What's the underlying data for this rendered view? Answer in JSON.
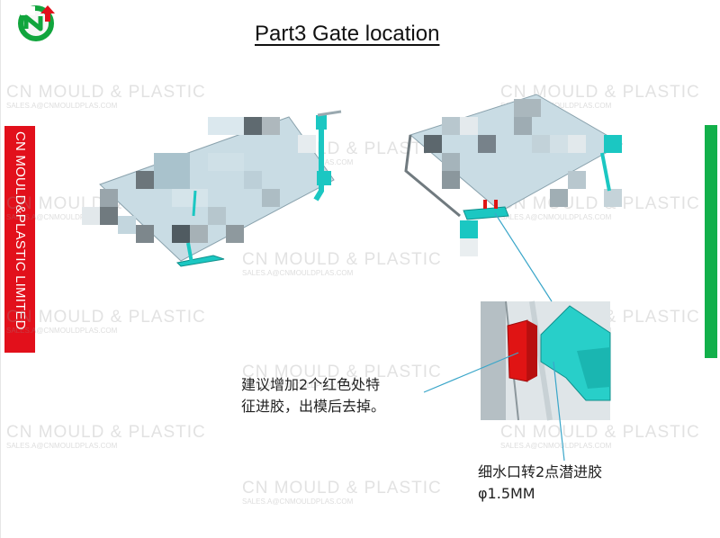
{
  "title": "Part3 Gate location",
  "sidebar_left": {
    "text": "CN MOULD&PLASTIC LIMITED"
  },
  "watermark": {
    "main": "CN MOULD & PLASTIC",
    "sub": "SALES.A@CNMOULDPLAS.COM"
  },
  "annotations": {
    "left_note_line1": "建议增加2个红色处特",
    "left_note_line2": "征进胶，出模后去掉。",
    "right_note_line1": "细水口转2点潜进胶",
    "right_note_line2": "φ1.5MM"
  },
  "colors": {
    "red_bar": "#e2101b",
    "green_bar": "#12b04a",
    "runner": "#1bc7c2",
    "gate": "#e01414"
  }
}
